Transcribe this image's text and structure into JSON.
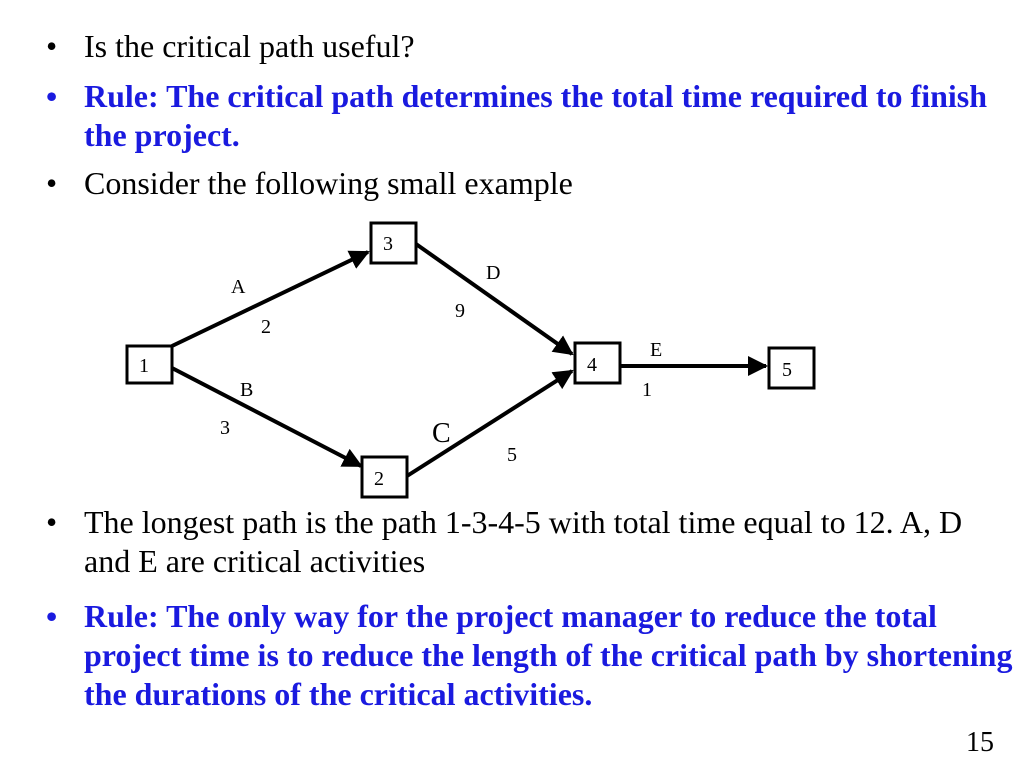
{
  "slide": {
    "bullets": [
      {
        "text": "Is the critical path useful?",
        "emphasis": false
      },
      {
        "text": "Rule: The critical path determines the total time required to finish the project.",
        "emphasis": true
      },
      {
        "text": "Consider the following small example",
        "emphasis": false
      },
      {
        "text": "The longest path is the path 1-3-4-5 with total time equal to 12.  A, D and E are critical activities",
        "emphasis": false
      },
      {
        "text": "Rule: The only way for the project manager to reduce the total project time is to reduce the length of the critical path by shortening the durations of the critical activities.",
        "emphasis": true
      }
    ],
    "bullet_glyph": "•",
    "slide_number": "15",
    "emphasis_color": "#1a1adf"
  },
  "network": {
    "nodes": [
      {
        "id": "1",
        "label": "1"
      },
      {
        "id": "2",
        "label": "2"
      },
      {
        "id": "3",
        "label": "3"
      },
      {
        "id": "4",
        "label": "4"
      },
      {
        "id": "5",
        "label": "5"
      }
    ],
    "activities": [
      {
        "name": "A",
        "duration": "2",
        "from": "1",
        "to": "3"
      },
      {
        "name": "B",
        "duration": "3",
        "from": "1",
        "to": "2"
      },
      {
        "name": "C",
        "duration": "5",
        "from": "2",
        "to": "4"
      },
      {
        "name": "D",
        "duration": "9",
        "from": "3",
        "to": "4"
      },
      {
        "name": "E",
        "duration": "1",
        "from": "4",
        "to": "5"
      }
    ]
  }
}
